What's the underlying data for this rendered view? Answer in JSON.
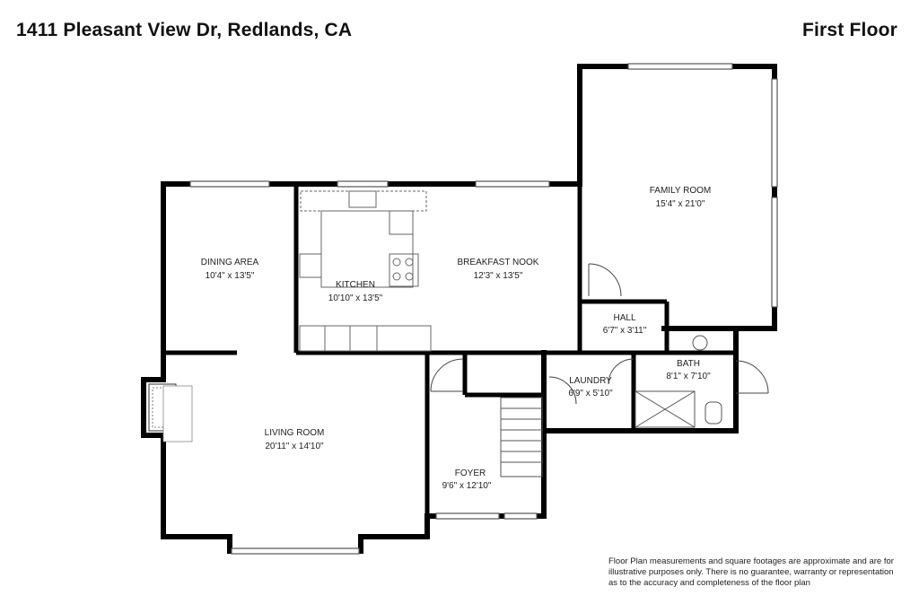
{
  "header": {
    "address": "1411 Pleasant View Dr, Redlands, CA",
    "floor": "First Floor"
  },
  "rooms": [
    {
      "name": "FAMILY ROOM",
      "size": "15'4\" x 21'0\""
    },
    {
      "name": "DINING AREA",
      "size": "10'4\" x 13'5\""
    },
    {
      "name": "KITCHEN",
      "size": "10'10\" x 13'5\""
    },
    {
      "name": "BREAKFAST NOOK",
      "size": "12'3\" x 13'5\""
    },
    {
      "name": "HALL",
      "size": "6'7\" x 3'11\""
    },
    {
      "name": "BATH",
      "size": "8'1\" x 7'10\""
    },
    {
      "name": "LAUNDRY",
      "size": "6'9\" x 5'10\""
    },
    {
      "name": "LIVING ROOM",
      "size": "20'11\" x 14'10\""
    },
    {
      "name": "FOYER",
      "size": "9'6\" x 12'10\""
    }
  ],
  "disclaimer": {
    "line1": "Floor Plan measurements and square footages are approximate and are for",
    "line2": "illustrative purposes only. There is no guarantee, warranty or representation",
    "line3": "as to the accuracy and completeness of the floor plan"
  }
}
